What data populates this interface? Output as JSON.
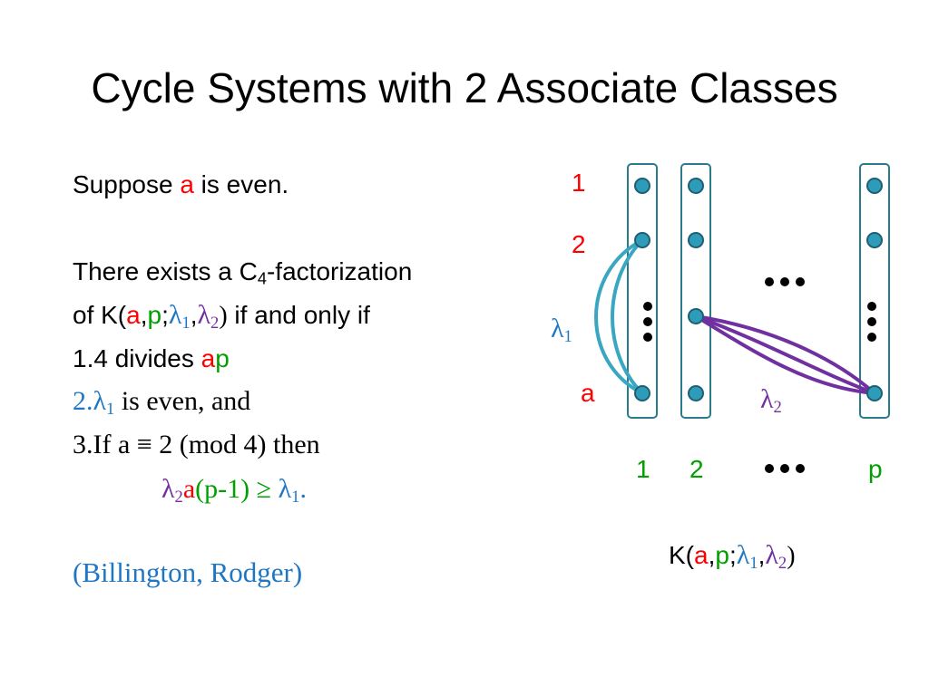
{
  "slide": {
    "title": "Cycle Systems with 2 Associate Classes"
  },
  "body": {
    "suppose_prefix": "Suppose ",
    "var_a": "a",
    "suppose_suffix": " is even.",
    "exists_prefix": "There exists a C",
    "c_sub": "4",
    "exists_suffix": "-factorization",
    "of_prefix": "of K(",
    "var_p": "p",
    "comma": ",",
    "semicolon": ";",
    "lambda": "λ",
    "sub_1": "1",
    "sub_2": "2",
    "close_paren": ")",
    "iff": " if and only if",
    "cond1_prefix": "1.4 divides ",
    "cond2_prefix": "2.",
    "cond2_suffix": " is even, and",
    "cond3": "3.If a ≡ 2 (mod 4) then",
    "cond3_expr": "(p-1) ≥ ",
    "period": ".",
    "citation": "(Billington, Rodger)"
  },
  "diagram": {
    "row_labels": [
      "1",
      "2",
      "a"
    ],
    "col_labels": [
      "1",
      "2",
      "p"
    ],
    "dots": "•••",
    "lambda1_label": "λ",
    "lambda1_sub": "1",
    "lambda2_label": "λ",
    "lambda2_sub": "2",
    "caption_prefix": "K(",
    "caption_a": "a",
    "caption_comma": ",",
    "caption_p": "p",
    "caption_semicolon": ";",
    "caption_lambda": "λ",
    "caption_sub1": "1",
    "caption_sub2": "2",
    "caption_close": ")"
  },
  "colors": {
    "red": "#ff0000",
    "green": "#00a000",
    "blue": "#1f77c4",
    "purple": "#7030a0",
    "vertex_fill": "#2e9cb8",
    "vertex_stroke": "#1d5f73",
    "column_stroke": "#2a7c8c",
    "lambda1_edge": "#3aa7c2",
    "lambda2_edge": "#7030a0"
  }
}
